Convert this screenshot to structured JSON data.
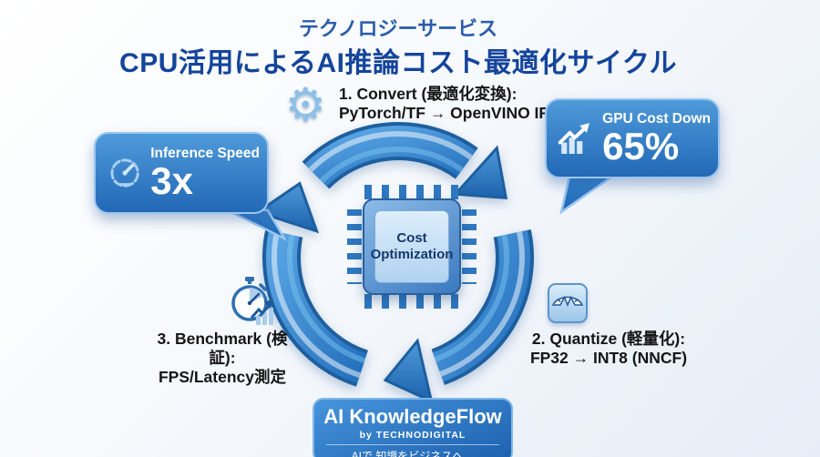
{
  "header": {
    "subtitle": "テクノロジーサービス",
    "title": "CPU活用によるAI推論コスト最適化サイクル"
  },
  "center_chip": {
    "line1": "Cost",
    "line2": "Optimization"
  },
  "steps": [
    {
      "icon": "gear-icon",
      "line1": "1. Convert (最適化変換):",
      "line2": "PyTorch/TF → OpenVINO IR"
    },
    {
      "icon": "scale-icon",
      "line1": "2. Quantize (軽量化):",
      "line2": "FP32 → INT8 (NNCF)"
    },
    {
      "icon": "stopwatch-icon",
      "line1": "3. Benchmark (検証):",
      "line2": "FPS/Latency測定"
    }
  ],
  "badges": {
    "left": {
      "icon": "speedometer-icon",
      "label": "Inference Speed",
      "value": "3x"
    },
    "right": {
      "icon": "bar-chart-icon",
      "label": "GPU Cost Down",
      "value": "65%"
    }
  },
  "footer": {
    "brand": "AI KnowledgeFlow",
    "byline": "by TECHNODIGITAL",
    "tagline": "AIで 知識をビジネスへ。"
  },
  "icons": {
    "gear_glyph": "⚙"
  },
  "colors": {
    "title_blue": "#14449b",
    "arrow_blue": "#3787cd",
    "arrow_dark": "#1d5f9f",
    "badge_blue": "#2e7ac8",
    "chip_inner": "#c9e2f6",
    "step_text": "#151515"
  }
}
